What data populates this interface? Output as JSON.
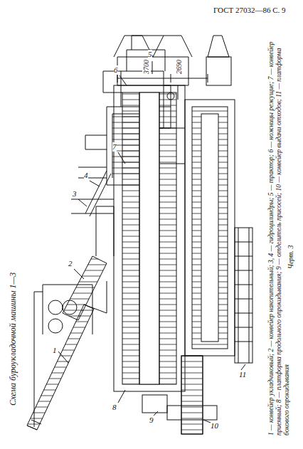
{
  "diagram": {
    "title": "Схема буроукладочной машины 1—3",
    "caption": "Черт. 3",
    "labels": [
      "ГОСТ 27032—86 С. 9",
      "1 — конвейер укладчиковый; 2 — конвейер накопительный; 3, 4 — гидроцилиндры; 5 — трактор; 6 — ножницы режущие; 7 — конвейер приемный; 8 — платформа продольного опрокидывания; 9 — отделитель присосей; 10 — конвейер выдачи отходов; 11 — платформа бокового опрокидывания",
      "3700",
      "2690",
      "1",
      "2",
      "3",
      "4",
      "5",
      "6",
      "7",
      "8",
      "9",
      "10",
      "11"
    ]
  }
}
